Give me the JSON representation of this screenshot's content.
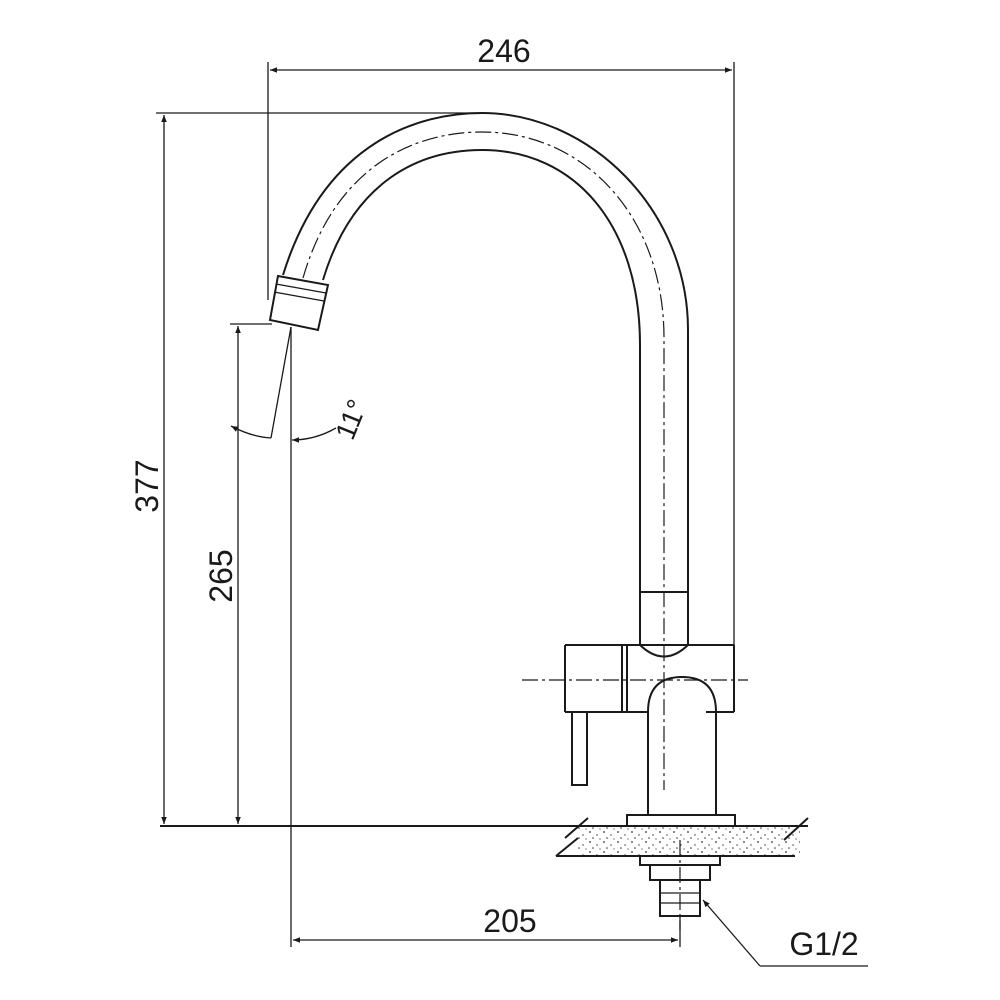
{
  "dimensions": {
    "overall_width": "246",
    "overall_height": "377",
    "spout_height": "265",
    "spout_reach": "205",
    "spout_angle": "11°",
    "connection_thread": "G1/2"
  }
}
